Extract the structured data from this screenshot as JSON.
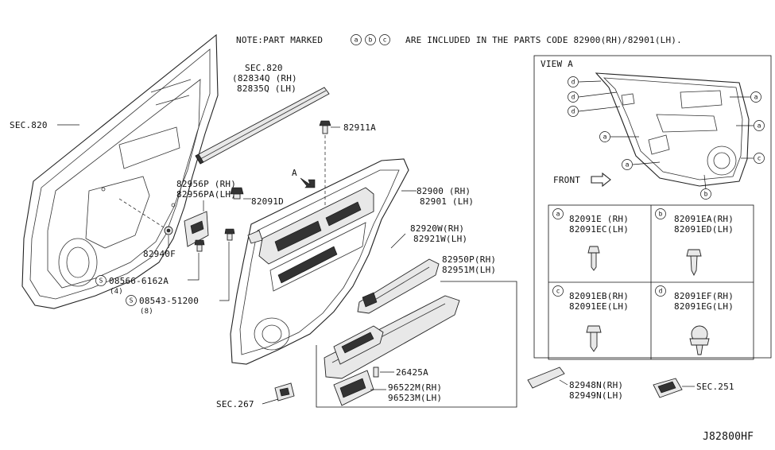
{
  "note": {
    "prefix": "NOTE:PART MARKED",
    "marks": [
      "a",
      "b",
      "c"
    ],
    "suffix": "ARE INCLUDED IN THE PARTS CODE 82900(RH)/82901(LH)."
  },
  "labels": {
    "sec820_left": "SEC.820",
    "sec820_top": "SEC.820",
    "p82834q": "(82834Q (RH)",
    "p82835q": "82835Q (LH)",
    "p82911a": "82911A",
    "view_a_arrow": "A",
    "p82956p": "82956P (RH)",
    "p82956pa": "82956PA(LH)",
    "p82091d": "82091D",
    "p82900": "82900 (RH)",
    "p82901": "82901 (LH)",
    "p82940f": "82940F",
    "p08566": "08566-6162A",
    "p08566_qty": "(4)",
    "p08543": "08543-51200",
    "p08543_qty": "(8)",
    "screw_mark": "S",
    "p82920w": "82920W(RH)",
    "p82921w": "82921W(LH)",
    "p82950p": "82950P(RH)",
    "p82951m": "82951M(LH)",
    "p26425a": "26425A",
    "p96522m": "96522M(RH)",
    "p96523m": "96523M(LH)",
    "sec267": "SEC.267",
    "p82948n": "82948N(RH)",
    "p82949n": "82949N(LH)",
    "sec251": "SEC.251",
    "diagram_code": "J82800HF"
  },
  "view_a": {
    "title": "VIEW A",
    "front": "FRONT",
    "callouts_left": [
      "d",
      "d",
      "d",
      "a",
      "a"
    ],
    "callouts_right": [
      "a",
      "a",
      "c"
    ],
    "callout_bottom": "b"
  },
  "clips": [
    {
      "mark": "a",
      "rh": "82091E (RH)",
      "lh": "82091EC(LH)"
    },
    {
      "mark": "b",
      "rh": "82091EA(RH)",
      "lh": "82091ED(LH)"
    },
    {
      "mark": "c",
      "rh": "82091EB(RH)",
      "lh": "82091EE(LH)"
    },
    {
      "mark": "d",
      "rh": "82091EF(RH)",
      "lh": "82091EG(LH)"
    }
  ]
}
